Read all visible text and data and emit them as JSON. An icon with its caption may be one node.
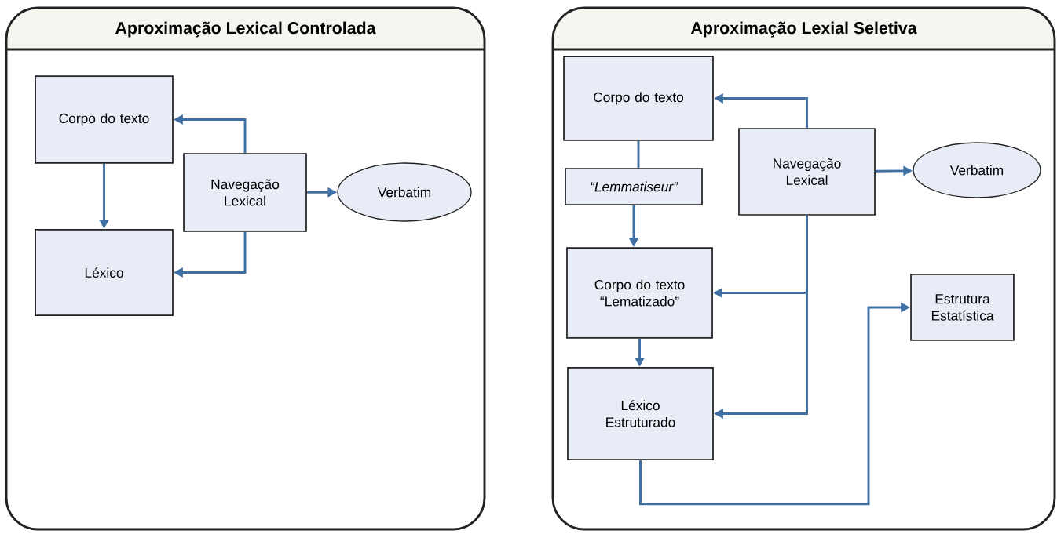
{
  "diagram": {
    "nodes": [
      {
        "text": [
          "Aproximação Lexical Controlada"
        ]
      },
      {
        "text": [
          "Corpo do texto"
        ],
        "in": 0
      },
      {
        "text": [
          "Navegação Lexical"
        ],
        "in": 0
      },
      {
        "text": [
          "Verbatim"
        ],
        "in": 0
      },
      {
        "text": [
          "Léxico"
        ],
        "in": 0
      },
      {
        "text": [
          "Aproximação Lexial Seletiva"
        ]
      },
      {
        "text": [
          "Corpo do texto"
        ],
        "in": 5
      },
      {
        "text": [
          "Navegação Lexical"
        ],
        "in": 5
      },
      {
        "text": [
          "Verbatim"
        ],
        "in": 5
      },
      {
        "text": [
          "“Lemmatiseur”"
        ],
        "in": 5
      },
      {
        "text": [
          "Corpo do texto “Lematizado”"
        ],
        "in": 5
      },
      {
        "text": [
          "Léxico Estruturado"
        ],
        "in": 5
      },
      {
        "text": [
          "Estrutura Estatística"
        ],
        "in": 5
      }
    ],
    "edges": [
      {
        "from": 1,
        "to": 4,
        "arrow": "to"
      },
      {
        "from": 2,
        "to": 1,
        "arrow": "to"
      },
      {
        "from": 2,
        "to": 4,
        "arrow": "to"
      },
      {
        "from": 2,
        "to": 3,
        "arrow": "to"
      },
      {
        "from": 7,
        "to": 6,
        "arrow": "to"
      },
      {
        "from": 7,
        "to": 8,
        "arrow": "to"
      },
      {
        "from": 6,
        "to": 9,
        "arrow": "none"
      },
      {
        "from": 9,
        "to": 10,
        "arrow": "to"
      },
      {
        "from": 7,
        "to": 10,
        "arrow": "to"
      },
      {
        "from": 7,
        "to": 11,
        "arrow": "to"
      },
      {
        "from": 10,
        "to": 11,
        "arrow": "to"
      },
      {
        "from": 11,
        "to": 12,
        "arrow": "to"
      }
    ]
  }
}
